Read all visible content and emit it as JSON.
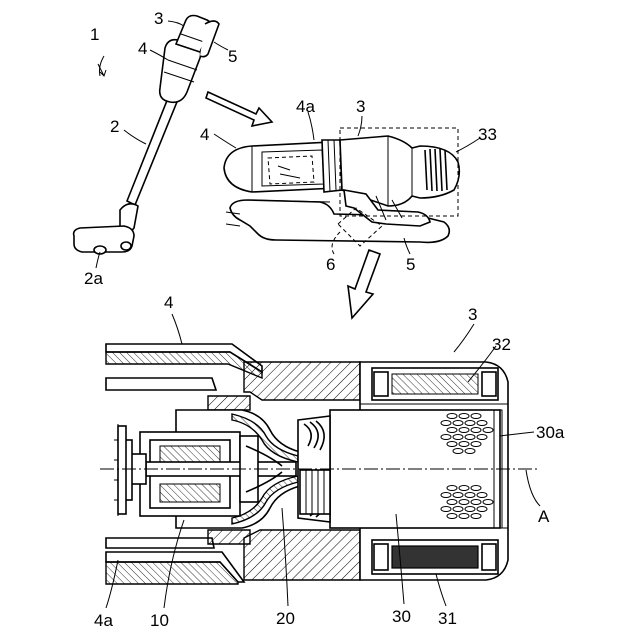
{
  "labels": {
    "l1": "1",
    "l2": "2",
    "l2a": "2a",
    "l3_top": "3",
    "l4_top": "4",
    "l5_top": "5",
    "l4a_mid": "4a",
    "l3_mid": "3",
    "l4_mid": "4",
    "l33": "33",
    "l6": "6",
    "l5_mid": "5",
    "l4_bot": "4",
    "l3_bot": "3",
    "l32": "32",
    "l30a": "30a",
    "lA": "A",
    "l4a_bot": "4a",
    "l10": "10",
    "l20": "20",
    "l30": "30",
    "l31": "31"
  }
}
